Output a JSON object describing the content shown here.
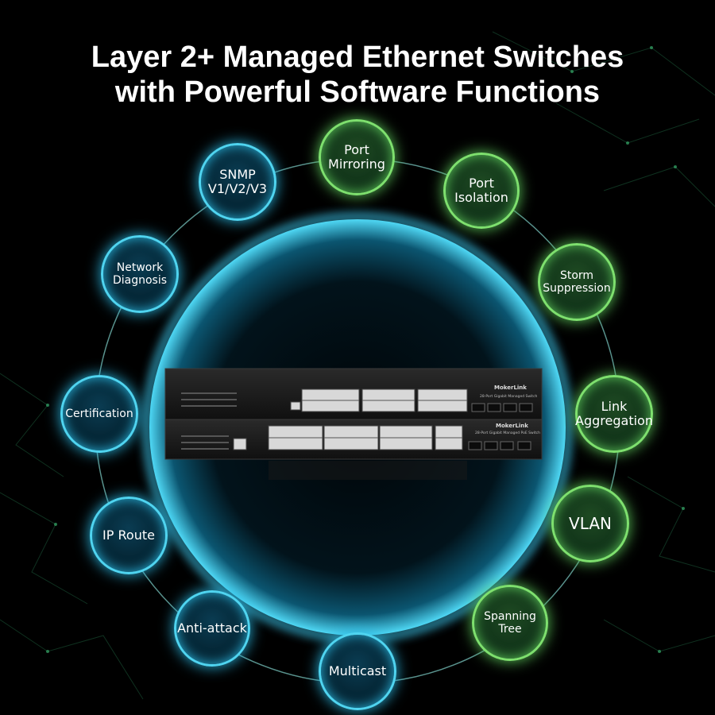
{
  "heading": {
    "line1": "Layer 2+ Managed Ethernet Switches",
    "line2": "with Powerful Software Functions"
  },
  "features": {
    "port_mirroring": "Port\nMirroring",
    "port_isolation": "Port\nIsolation",
    "storm_suppression": "Storm\nSuppression",
    "link_aggregation": "Link\nAggregation",
    "vlan": "VLAN",
    "spanning_tree": "Spanning\nTree",
    "multicast": "Multicast",
    "anti_attack": "Anti-attack",
    "ip_route": "IP Route",
    "certification": "Certification",
    "network_diagnosis": "Network\nDiagnosis",
    "snmp": "SNMP\nV1/V2/V3"
  },
  "product": {
    "brand": "MokerLink",
    "model_top": "28-Port Gigabit Managed Switch",
    "model_bottom": "28-Port Gigabit Managed PoE Switch"
  },
  "colors": {
    "blue_accent": "#4fd4f0",
    "green_accent": "#7ee06e",
    "background": "#000000"
  }
}
